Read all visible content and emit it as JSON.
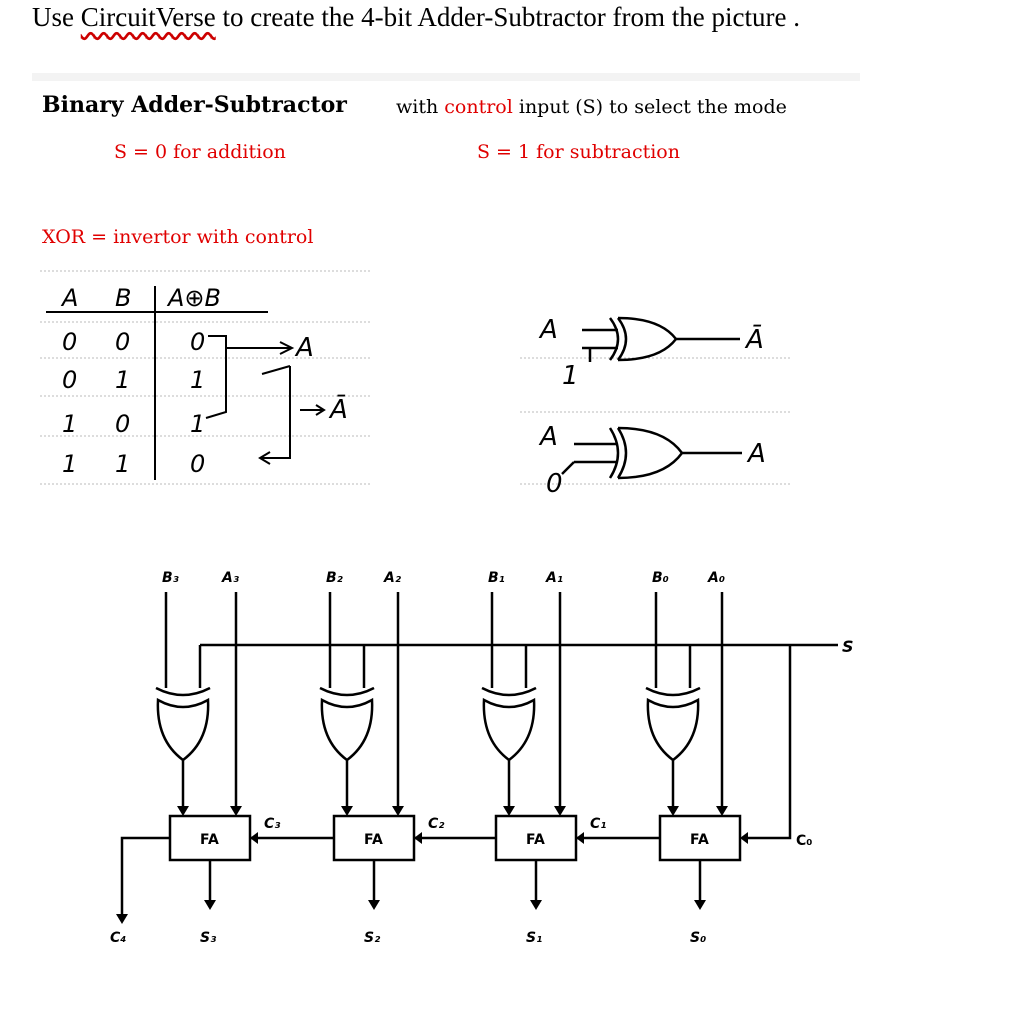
{
  "header": {
    "prefix": "Use ",
    "link": "CircuitVerse",
    "suffix": " to create the 4-bit Adder-Subtractor from the picture ."
  },
  "slide": {
    "title": "Binary Adder-Subtractor",
    "subtitle_pre": "with ",
    "subtitle_red": "control",
    "subtitle_post": " input (S) to select the mode",
    "s0_pre": "S = 0 for ",
    "s0_red": "addition",
    "s1_pre": "S = 1 for ",
    "s1_red": "subtraction",
    "xor_note": "XOR = invertor with control"
  },
  "truth_table": {
    "headers": [
      "A",
      "B",
      "A⊕B"
    ],
    "rows": [
      [
        "0",
        "0",
        "0"
      ],
      [
        "0",
        "1",
        "1"
      ],
      [
        "1",
        "0",
        "1"
      ],
      [
        "1",
        "1",
        "0"
      ]
    ],
    "annot_a": "A",
    "annot_abar": "Ā"
  },
  "gate_examples": [
    {
      "in_top": "A",
      "in_bottom": "1",
      "out": "Ā"
    },
    {
      "in_top": "A",
      "in_bottom": "0",
      "out": "A"
    }
  ],
  "circuit": {
    "b_inputs": [
      "B₃",
      "B₂",
      "B₁",
      "B₀"
    ],
    "a_inputs": [
      "A₃",
      "A₂",
      "A₁",
      "A₀"
    ],
    "block_label": "FA",
    "carries": [
      "C₃",
      "C₂",
      "C₁"
    ],
    "sums": [
      "S₃",
      "S₂",
      "S₁",
      "S₀"
    ],
    "c_out": "C₄",
    "c_in": "C₀",
    "control": "S"
  }
}
